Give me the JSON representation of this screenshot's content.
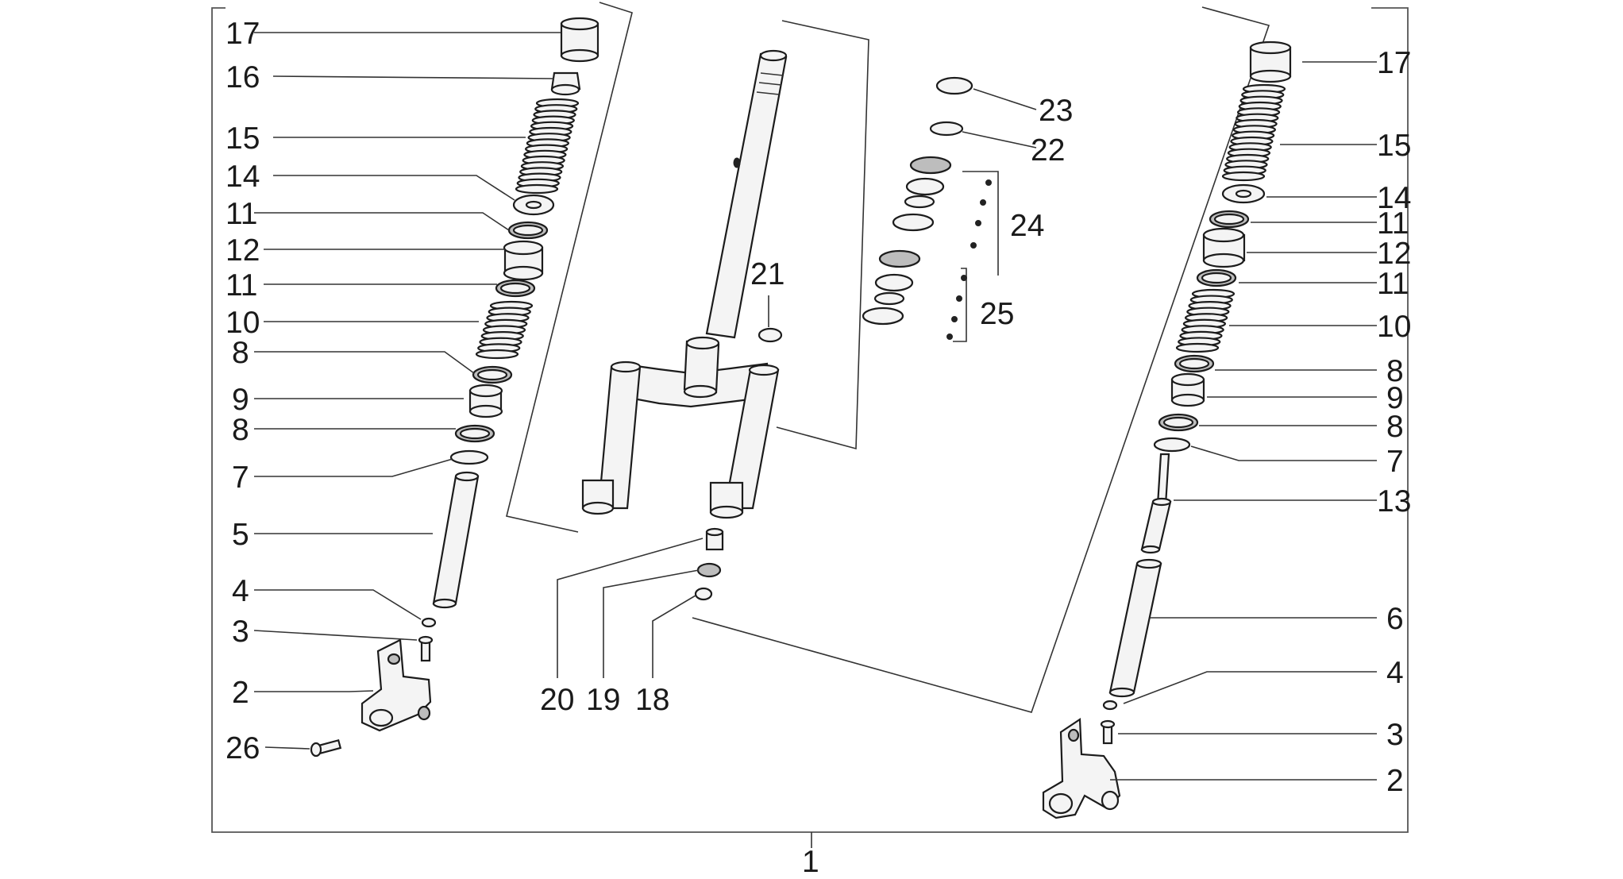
{
  "diagram": {
    "assembly_label": "1",
    "callouts": {
      "left_17": "17",
      "left_16": "16",
      "left_15": "15",
      "left_14": "14",
      "left_11a": "11",
      "left_12": "12",
      "left_11b": "11",
      "left_10": "10",
      "left_8a": "8",
      "left_9": "9",
      "left_8b": "8",
      "left_7": "7",
      "left_5": "5",
      "left_4": "4",
      "left_3": "3",
      "left_2": "2",
      "left_26": "26",
      "center_21": "21",
      "center_20": "20",
      "center_19": "19",
      "center_18": "18",
      "center_23": "23",
      "center_22": "22",
      "center_24": "24",
      "center_25": "25",
      "right_17": "17",
      "right_15": "15",
      "right_14": "14",
      "right_11a": "11",
      "right_12": "12",
      "right_11b": "11",
      "right_10": "10",
      "right_8a": "8",
      "right_9": "9",
      "right_8b": "8",
      "right_7": "7",
      "right_13": "13",
      "right_6": "6",
      "right_4": "4",
      "right_3": "3",
      "right_2": "2"
    }
  }
}
